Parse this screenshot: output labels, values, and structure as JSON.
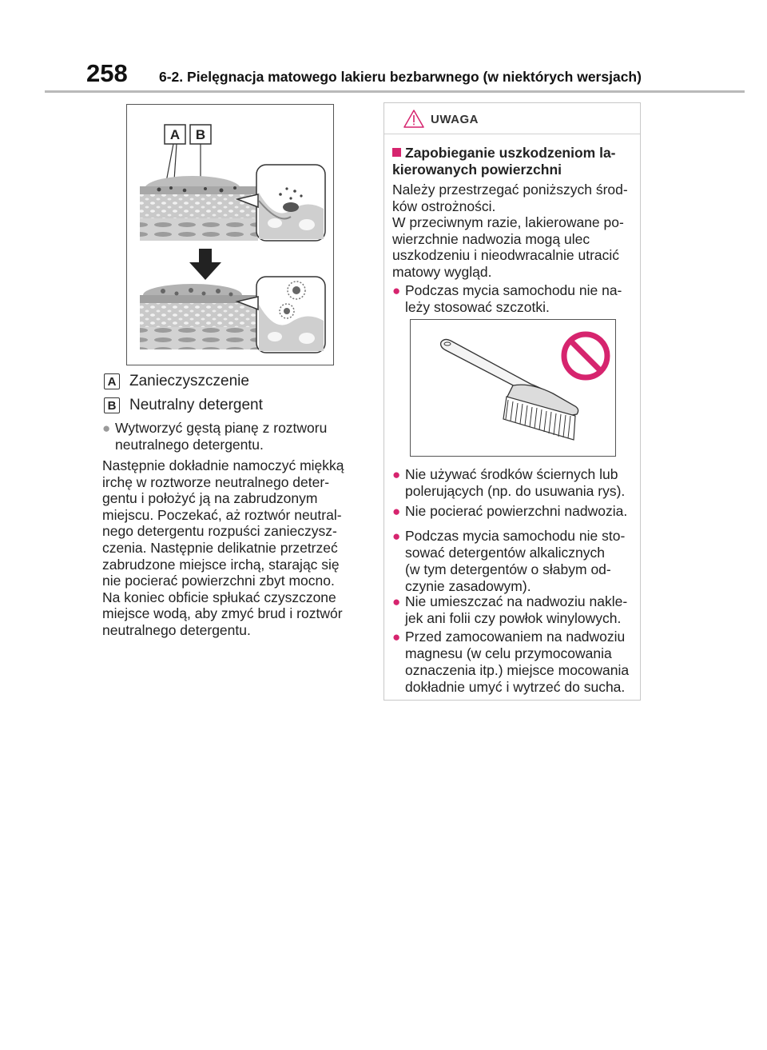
{
  "header": {
    "page_number": "258",
    "running_title": "6-2. Pielęgnacja matowego lakieru bezbarwnego (w niektórych wersjach)"
  },
  "figure": {
    "label_a": "A",
    "label_b": "B"
  },
  "legend": [
    {
      "badge": "A",
      "text": "Zanieczyszczenie"
    },
    {
      "badge": "B",
      "text": "Neutralny detergent"
    }
  ],
  "left_bullet": "Wytworzyć gęstą pianę z roztworu\nneutralnego detergentu.",
  "left_paragraph": "Następnie dokładnie namoczyć miękką\nirchę w roztworze neutralnego deter-\ngentu i położyć ją na zabrudzonym\nmiejscu. Poczekać, aż roztwór neutral-\nnego detergentu rozpuści zanieczysz-\nczenia. Następnie delikatnie przetrzeć\nzabrudzone miejsce irchą, starając się\nnie pocierać powierzchni zbyt mocno.\nNa koniec obficie spłukać czyszczone\nmiejsce wodą, aby zmyć brud i roztwór\nneutralnego detergentu.",
  "warning": {
    "title": "UWAGA",
    "subheading": "Zapobieganie uszkodzeniom la-\nkierowanych powierzchni",
    "intro": "Należy przestrzegać poniższych środ-\nków ostrożności.\nW przeciwnym razie, lakierowane po-\nwierzchnie nadwozia mogą ulec\nuszkodzeniu i nieodwracalnie utracić\nmatowy wygląd.",
    "bullet_brush": "Podczas mycia samochodu nie na-\nleży stosować szczotki.",
    "bullets": [
      "Nie używać środków ściernych lub\npolerujących (np. do usuwania rys).",
      "Nie pocierać powierzchni nadwozia.",
      "Podczas mycia samochodu nie sto-\nsować detergentów alkalicznych\n(w tym detergentów o słabym od-\nczynie zasadowym).",
      "Nie umieszczać na nadwoziu nakle-\njek ani folii czy powłok winylowych.",
      "Przed zamocowaniem na nadwoziu\nmagnesu (w celu przymocowania\noznaczenia itp.) miejsce mocowania\ndokładnie umyć i wytrzeć do sucha."
    ]
  },
  "colors": {
    "accent": "#d6246e",
    "bullet_grey": "#9a9a9a"
  }
}
